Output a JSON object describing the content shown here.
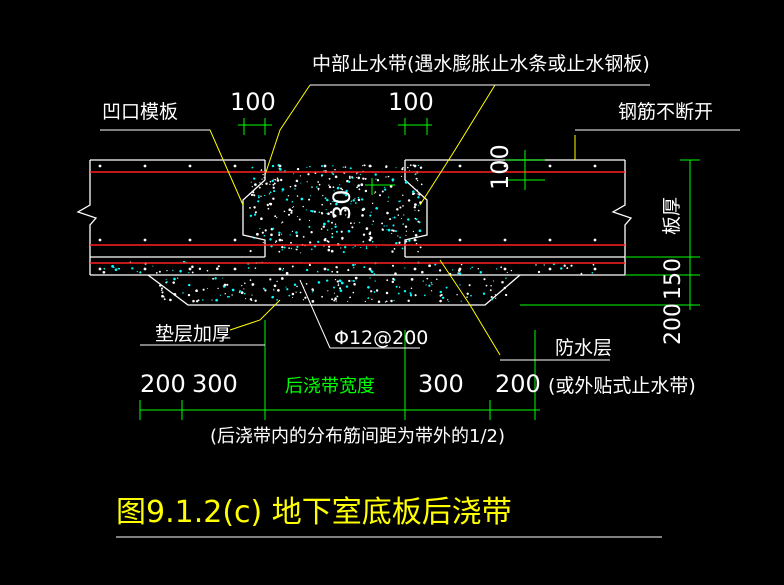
{
  "labels": {
    "middle_waterstop": "中部止水带(遇水膨胀止水条或止水钢板)",
    "concave_formwork": "凹口模板",
    "rebar_continuous": "钢筋不断开",
    "slab_thickness": "板厚",
    "cushion_thicken": "垫层加厚",
    "rebar_spec": "Φ12@200",
    "waterproof_layer": "防水层",
    "external_waterstop": "(或外贴式止水带)",
    "post_pour_width": "后浇带宽度",
    "note": "(后浇带内的分布筋间距为带外的1/2)",
    "figure_title": "图9.1.2(c)  地下室底板后浇带"
  },
  "dimensions": {
    "dim_100_left": "100",
    "dim_100_mid": "100",
    "dim_100_vert": "100",
    "dim_30": "30",
    "dim_150": "150",
    "dim_200_vert": "200",
    "dim_200_left": "200",
    "dim_300_left": "300",
    "dim_300_right": "300",
    "dim_200_right": "200"
  },
  "colors": {
    "background": "#000000",
    "outline": "#ffffff",
    "rebar": "#ff2020",
    "dimension": "#00ff00",
    "label": "#ffffff",
    "title": "#ffff00",
    "leader": "#ffff00",
    "concrete_dots": "#00ffff"
  }
}
